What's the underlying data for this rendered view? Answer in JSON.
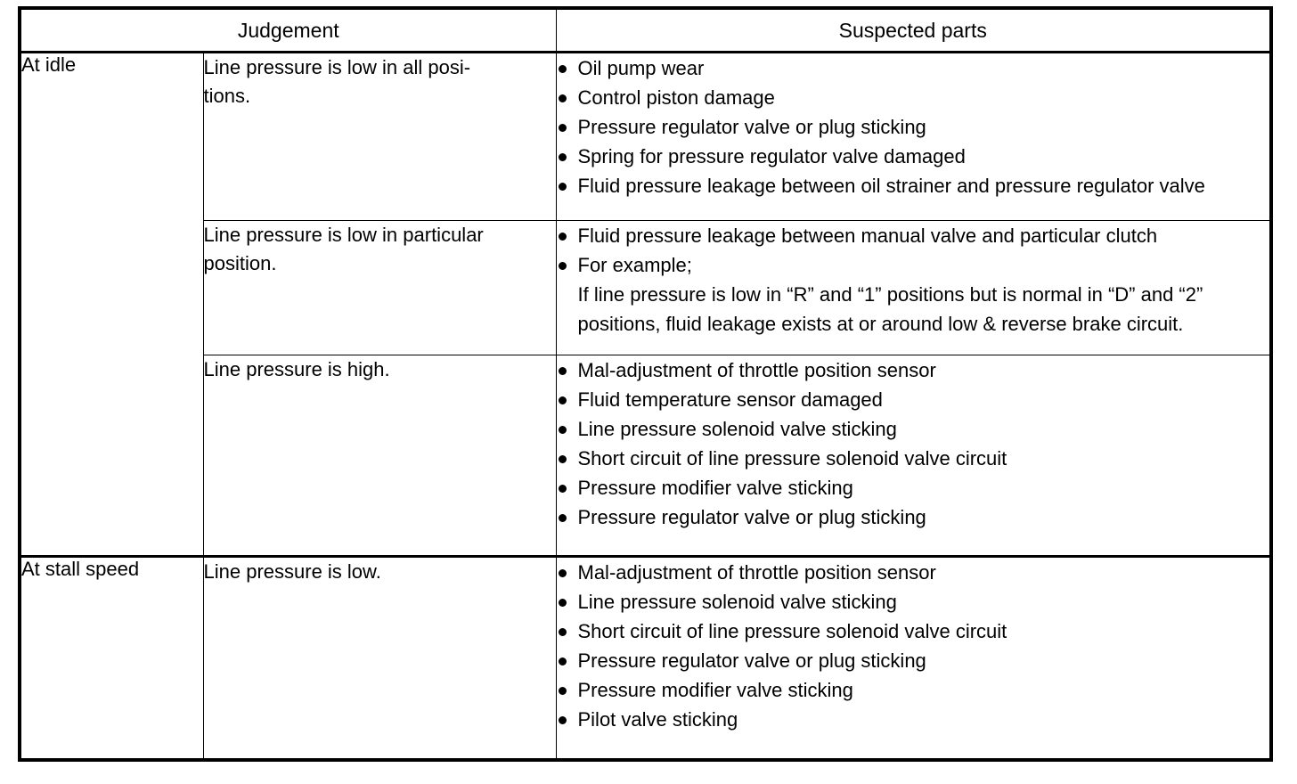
{
  "table": {
    "headers": {
      "judgement": "Judgement",
      "suspected_parts": "Suspected parts"
    },
    "groups": [
      {
        "condition": "At idle",
        "rows": [
          {
            "judgement": "Line pressure is low in all posi-\ntions.",
            "parts": [
              {
                "text": "Oil pump wear",
                "sub": []
              },
              {
                "text": "Control piston damage",
                "sub": []
              },
              {
                "text": "Pressure regulator valve or plug sticking",
                "sub": []
              },
              {
                "text": "Spring for pressure regulator valve damaged",
                "sub": []
              },
              {
                "text": "Fluid pressure leakage between oil strainer and pressure regulator valve",
                "sub": []
              }
            ]
          },
          {
            "judgement": "Line pressure is low in particular\nposition.",
            "parts": [
              {
                "text": "Fluid pressure leakage between manual valve and particular clutch",
                "sub": []
              },
              {
                "text": "For example;",
                "sub": [
                  "If line pressure is low in “R” and “1” positions but is normal in “D” and “2” positions, fluid leakage exists at or around low & reverse brake circuit."
                ]
              }
            ]
          },
          {
            "judgement": "Line pressure is high.",
            "parts": [
              {
                "text": "Mal-adjustment of throttle position sensor",
                "sub": []
              },
              {
                "text": "Fluid temperature sensor damaged",
                "sub": []
              },
              {
                "text": "Line pressure solenoid valve sticking",
                "sub": []
              },
              {
                "text": "Short circuit of line pressure solenoid valve circuit",
                "sub": []
              },
              {
                "text": "Pressure modifier valve sticking",
                "sub": []
              },
              {
                "text": "Pressure regulator valve or plug sticking",
                "sub": []
              }
            ]
          }
        ]
      },
      {
        "condition": "At stall speed",
        "rows": [
          {
            "judgement": "Line pressure is low.",
            "parts": [
              {
                "text": "Mal-adjustment of throttle position sensor",
                "sub": []
              },
              {
                "text": "Line pressure solenoid valve sticking",
                "sub": []
              },
              {
                "text": "Short circuit of line pressure solenoid valve circuit",
                "sub": []
              },
              {
                "text": "Pressure regulator valve or plug sticking",
                "sub": []
              },
              {
                "text": "Pressure modifier valve sticking",
                "sub": []
              },
              {
                "text": "Pilot valve sticking",
                "sub": []
              }
            ]
          }
        ]
      }
    ]
  },
  "colors": {
    "ink": "#000000",
    "paper": "#ffffff"
  }
}
